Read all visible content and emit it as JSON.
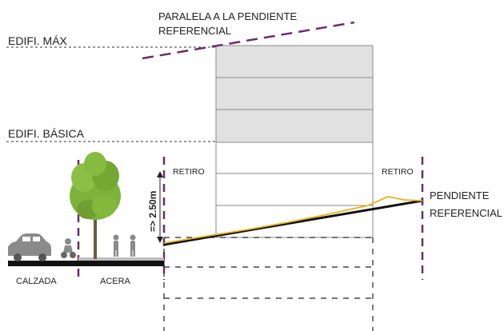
{
  "labels": {
    "parallel_line": [
      "PARALELA A LA PENDIENTE",
      "REFERENCIAL"
    ],
    "edifi_max": "EDIFI. MÁX",
    "edifi_basica": "EDIFI. BÁSICA",
    "retiro_left": "RETIRO",
    "retiro_right": "RETIRO",
    "height_min": "=> 2.50m",
    "pendiente": [
      "PENDIENTE",
      "REFERENCIAL"
    ],
    "calzada": "CALZADA",
    "acera": "ACERA"
  },
  "colors": {
    "purple_dash": "#6b2d6b",
    "building_fill": "#e1e1e1",
    "building_stroke": "#8a8a8a",
    "ground": "#111111",
    "terrain": "#e7b51c",
    "sidewalk": "#bdbdbd",
    "tree": "#7fb23a",
    "people": "#8a8a8a"
  },
  "icons": [
    "car-icon",
    "motorcycle-icon",
    "tree-icon",
    "person-icon"
  ]
}
